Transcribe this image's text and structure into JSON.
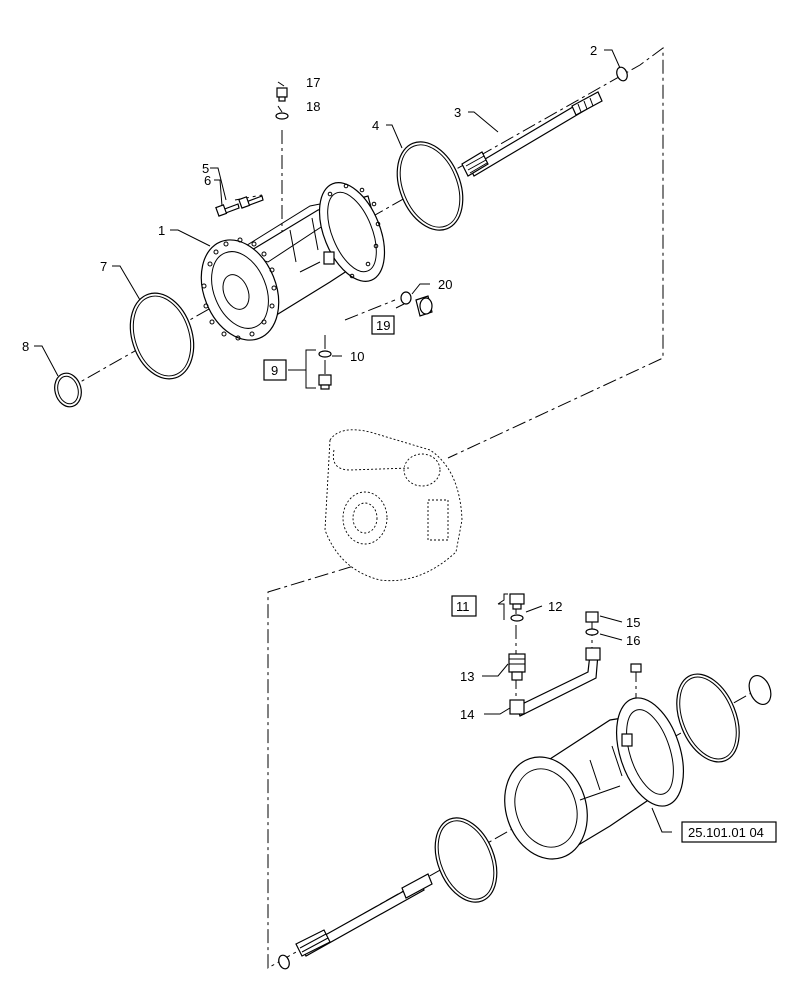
{
  "callouts": {
    "c1": "1",
    "c2": "2",
    "c3": "3",
    "c4": "4",
    "c5": "5",
    "c6": "6",
    "c7": "7",
    "c8": "8",
    "c9": "9",
    "c10": "10",
    "c11": "11",
    "c12": "12",
    "c13": "13",
    "c14": "14",
    "c15": "15",
    "c16": "16",
    "c17": "17",
    "c18": "18",
    "c19": "19",
    "c20": "20"
  },
  "reference": "25.101.01 04"
}
